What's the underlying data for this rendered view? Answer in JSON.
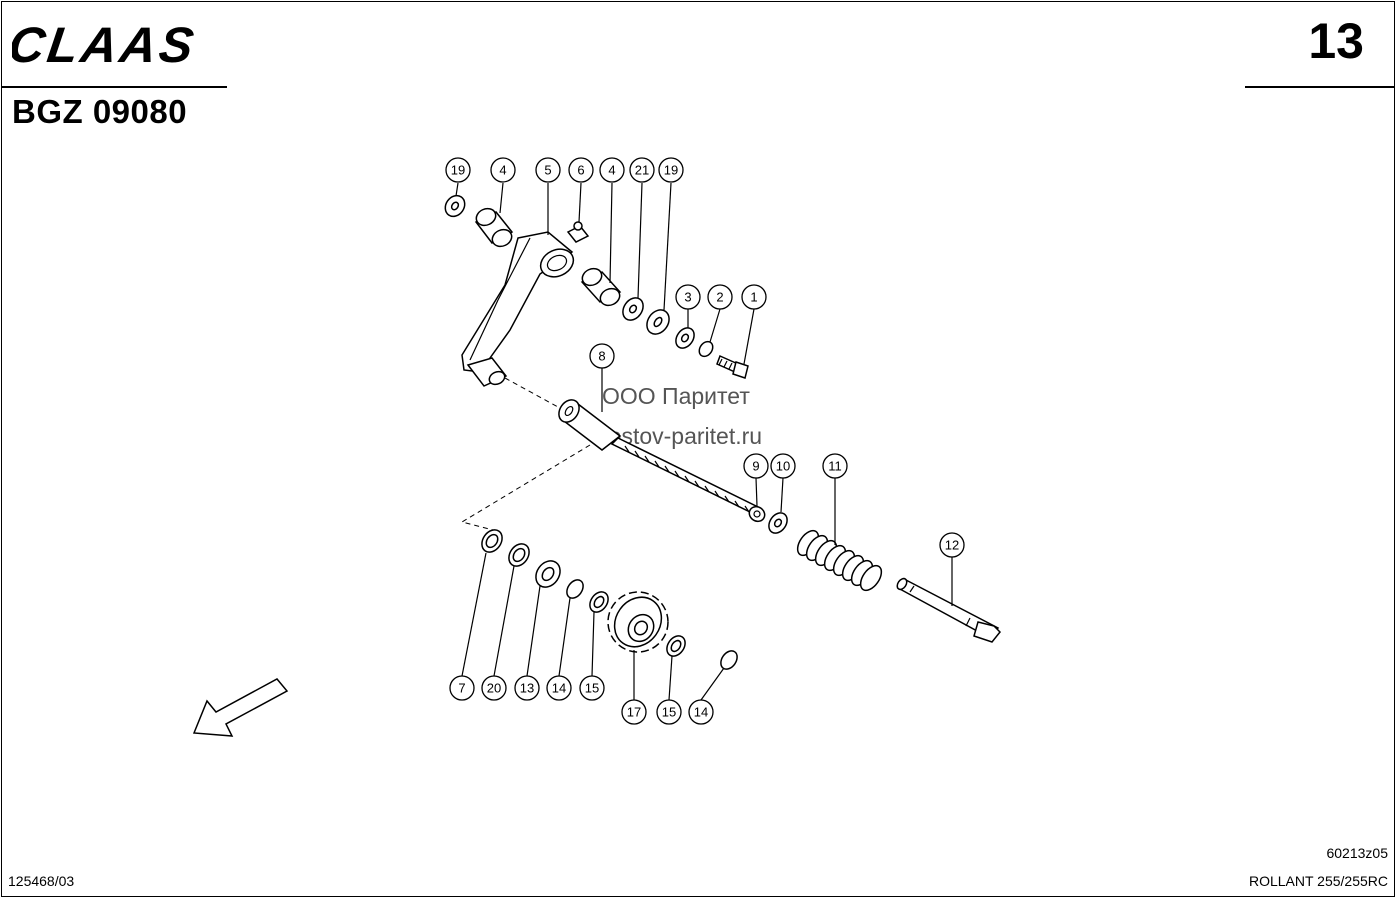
{
  "header": {
    "brand": "CLAAS",
    "page_number": "13",
    "group_code": "BGZ 09080"
  },
  "footer": {
    "drawing_code": "60213z05",
    "doc_number": "125468/03",
    "model": "ROLLANT 255/255RC"
  },
  "watermark": {
    "line1": "ООО Паритет",
    "line2": "rostov-paritet.ru"
  },
  "callouts": [
    "19",
    "4",
    "5",
    "6",
    "4",
    "21",
    "19",
    "3",
    "2",
    "1",
    "8",
    "9",
    "10",
    "11",
    "12",
    "7",
    "20",
    "13",
    "14",
    "15",
    "17",
    "15",
    "14"
  ],
  "icons": {
    "direction_arrow": "arrow-down-left-icon",
    "brand_logo": "claas-logo"
  }
}
